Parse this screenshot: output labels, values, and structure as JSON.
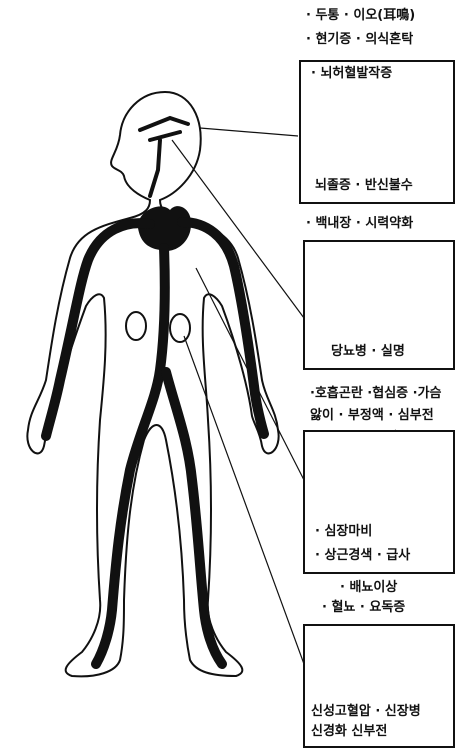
{
  "top_notes": {
    "line1": "· 두통   · 이오(耳鳴)",
    "line2": "· 현기증  · 의식혼탁"
  },
  "brain_box": {
    "title": "· 뇌허혈발작증",
    "caption": "뇌졸증 · 반신불수"
  },
  "eye_notes": "· 백내장  · 시력약화",
  "eye_box": {
    "caption": "당뇨병 · 실명"
  },
  "heart_notes": {
    "line1": "·호흡곤란 ·협심증 ·가슴",
    "line2": "앓이 · 부정액 · 심부전"
  },
  "heart_box": {
    "caption1": "· 심장마비",
    "caption2": "· 상근경색  · 급사"
  },
  "kidney_notes": {
    "line1": "· 배뇨이상",
    "line2": "· 혈뇨   · 요독증"
  },
  "kidney_box": {
    "caption1": "신성고혈압 · 신장병",
    "caption2": "신경화    신부전"
  }
}
